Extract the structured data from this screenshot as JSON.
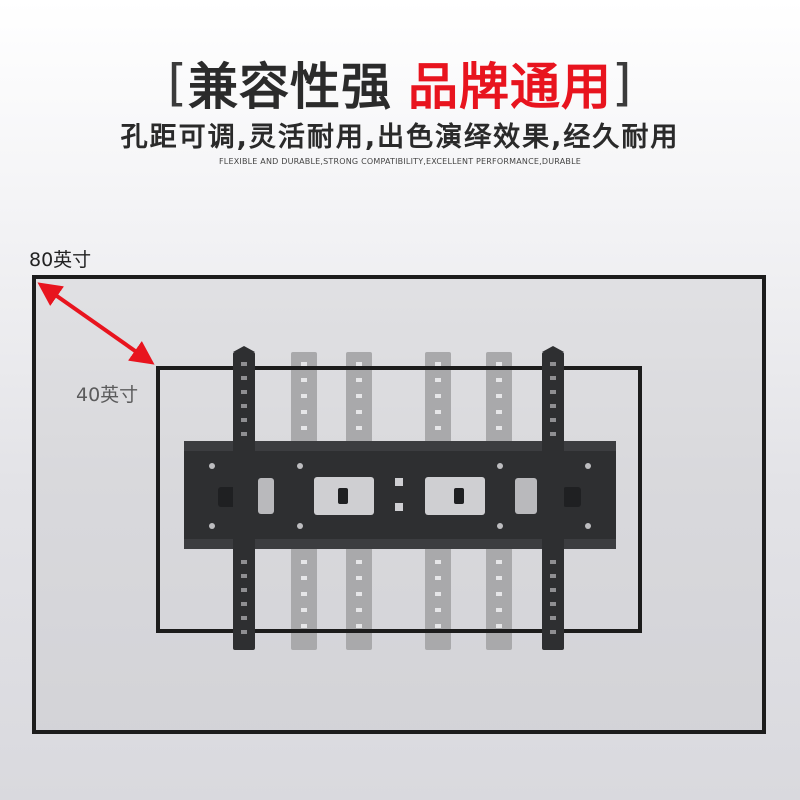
{
  "header": {
    "bracket_open": "[",
    "title_black": "兼容性强",
    "title_red": "品牌通用",
    "bracket_close": "]",
    "subtitle": "孔距可调,灵活耐用,出色演绎效果,经久耐用",
    "tagline": "FLEXIBLE AND DURABLE,STRONG COMPATIBILITY,EXCELLENT PERFORMANCE,DURABLE"
  },
  "diagram": {
    "large_size_label": "80英寸",
    "small_size_label": "40英寸",
    "arrow_color": "#e8141e",
    "outline_color": "#1c1c1c",
    "bracket_color": "#2e2f31",
    "ghost_color": "#a9a9ab"
  }
}
